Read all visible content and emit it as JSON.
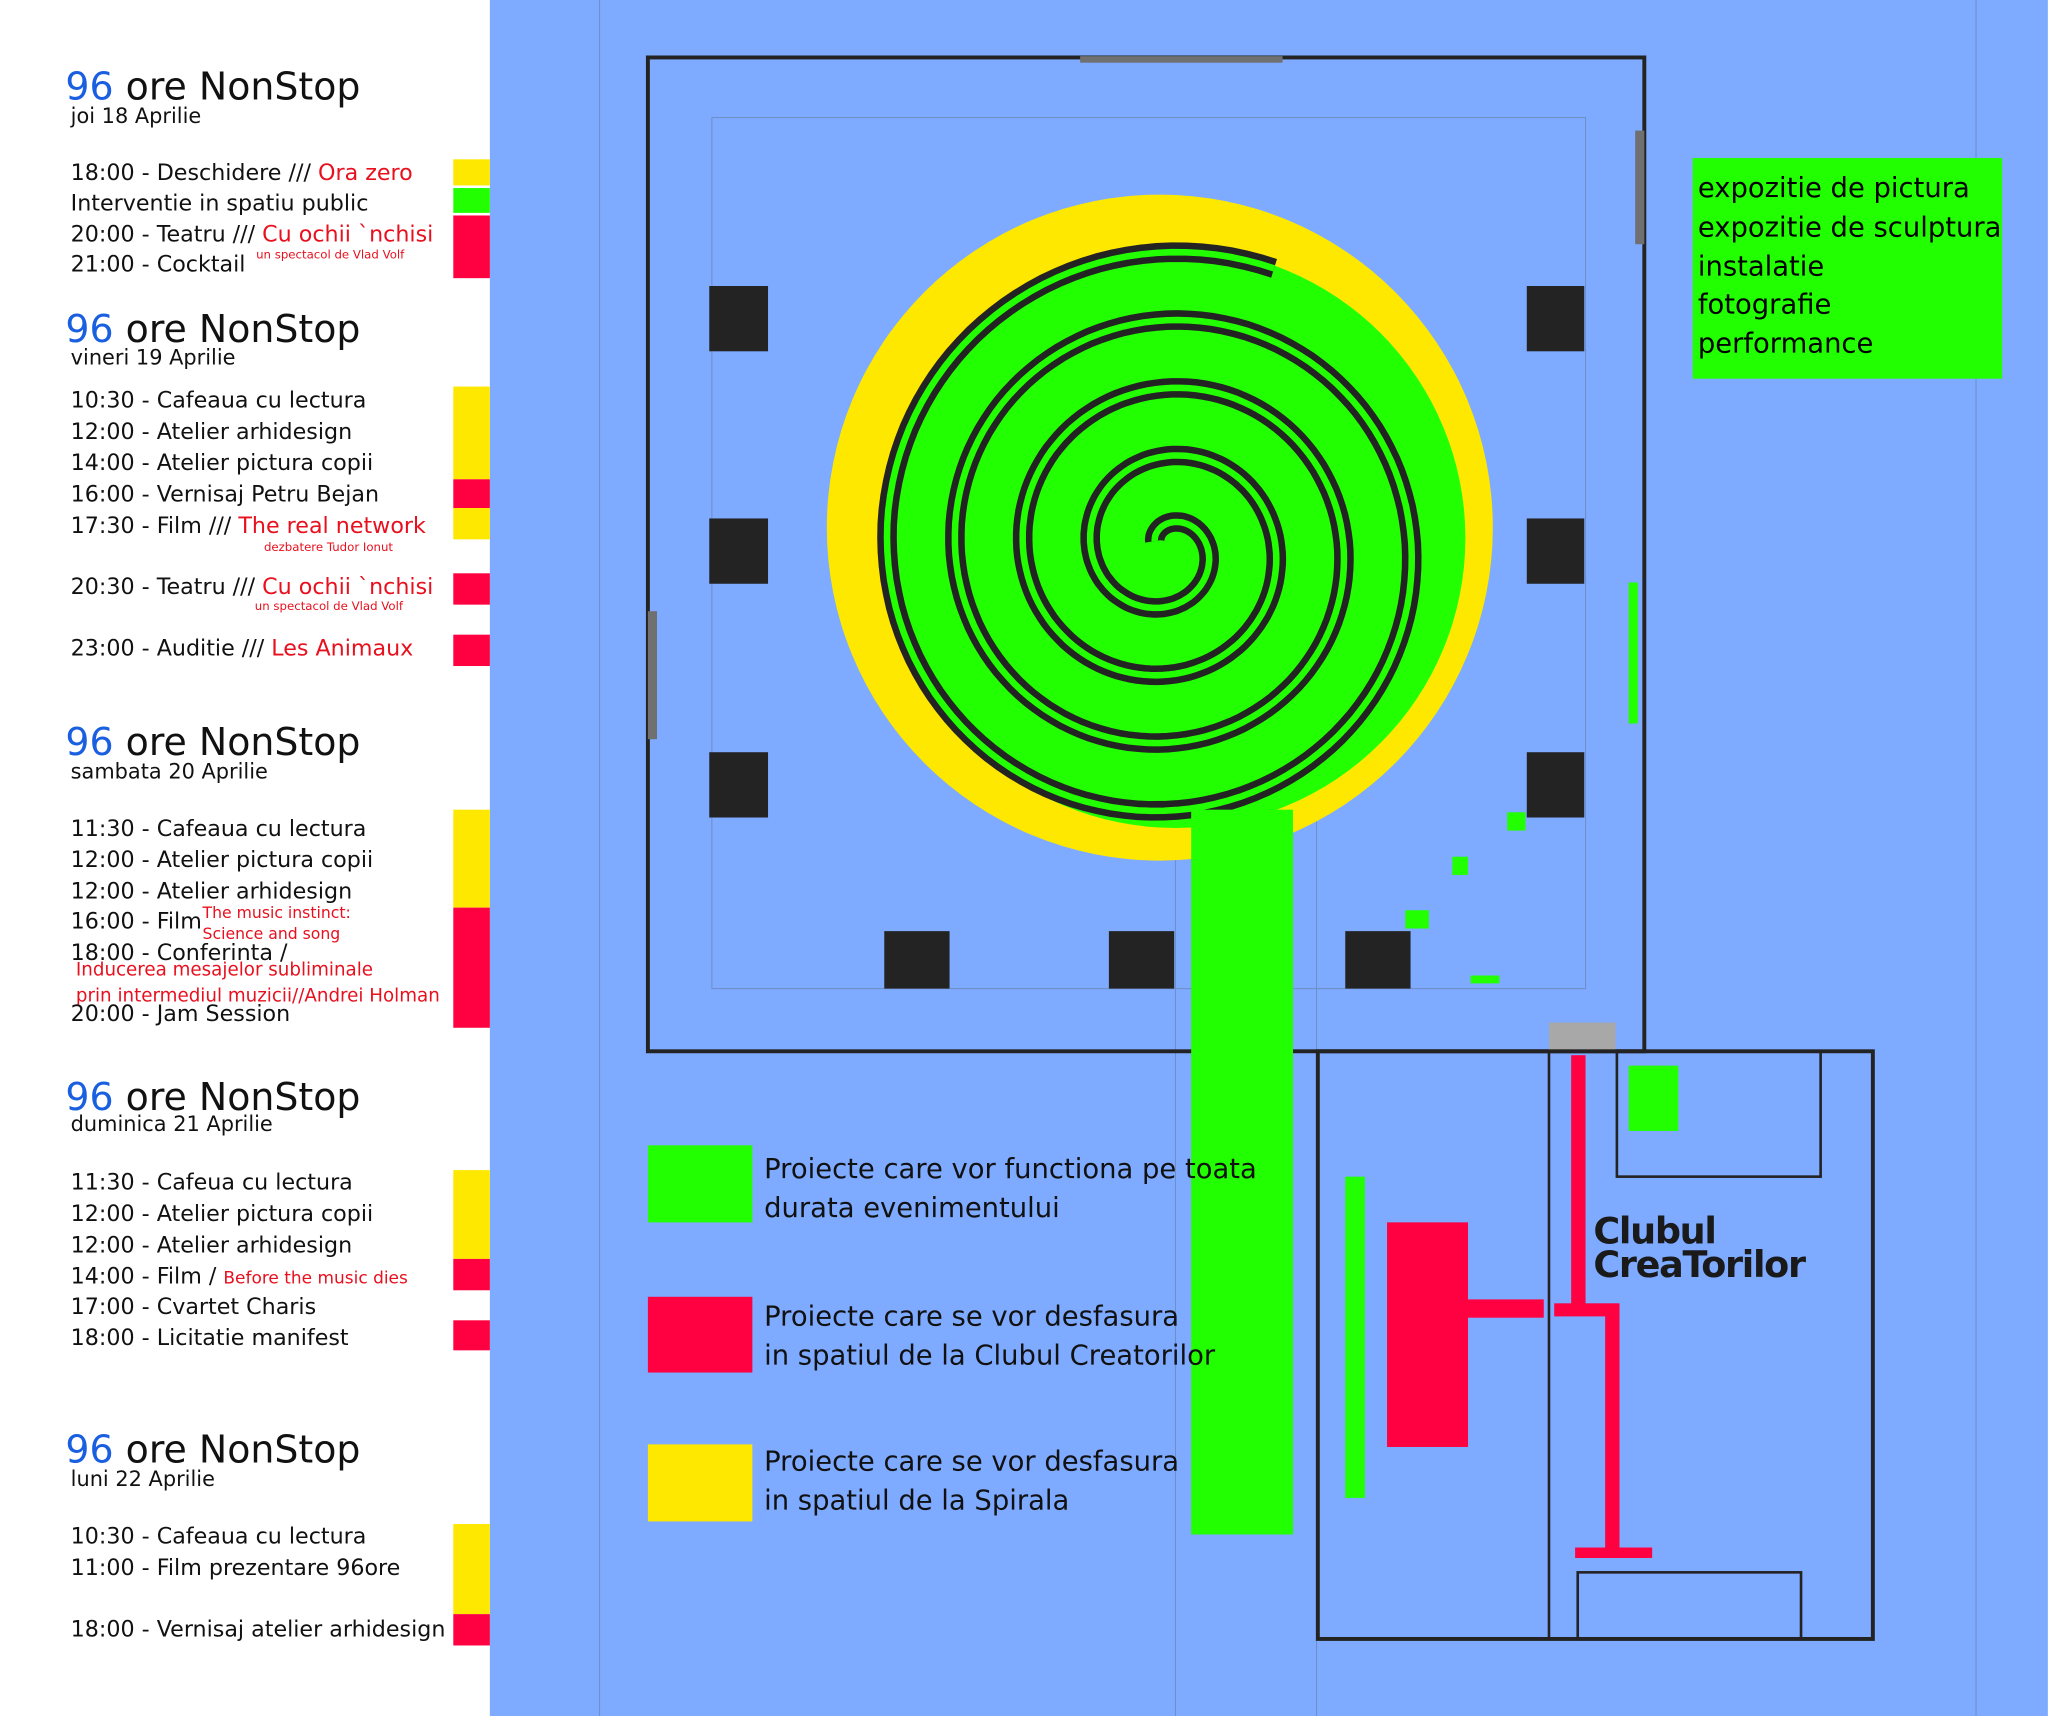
{
  "colors": {
    "blue": "#7eaaff",
    "green": "#22ff00",
    "red": "#ff0040",
    "yellow": "#ffe800",
    "dark": "#232323"
  },
  "days": [
    {
      "num": "96",
      "title": "ore NonStop",
      "date": "joi 18 Aprilie",
      "items": [
        {
          "text": "18:00 - Deschidere ///",
          "hl": "Ora zero"
        },
        {
          "text": "Interventie in spatiu public",
          "hl": ""
        },
        {
          "text": "20:00 - Teatru ///",
          "hl": "Cu ochii `nchisi",
          "sub": "un spectacol de Vlad Volf"
        },
        {
          "text": "21:00 - Cocktail",
          "hl": ""
        }
      ]
    },
    {
      "num": "96",
      "title": "ore NonStop",
      "date": "vineri 19 Aprilie",
      "items": [
        {
          "text": "10:30 - Cafeaua cu lectura"
        },
        {
          "text": "12:00 - Atelier arhidesign"
        },
        {
          "text": "14:00 - Atelier pictura copii"
        },
        {
          "text": "16:00 - Vernisaj Petru Bejan"
        },
        {
          "text": "17:30 - Film ///",
          "hl": "The real network",
          "sub": "dezbatere Tudor Ionut"
        },
        {
          "text": "20:30 - Teatru ///",
          "hl": "Cu ochii `nchisi",
          "sub": "un spectacol de Vlad Volf"
        },
        {
          "text": "23:00 - Auditie ///",
          "hl": "Les Animaux"
        }
      ]
    },
    {
      "num": "96",
      "title": "ore NonStop",
      "date": "sambata 20 Aprilie",
      "items": [
        {
          "text": "11:30 - Cafeaua cu lectura"
        },
        {
          "text": "12:00 - Atelier  pictura copii"
        },
        {
          "text": "12:00 - Atelier arhidesign"
        },
        {
          "text": "16:00 - Film",
          "hl1": "The music instinct:",
          "hl2": "Science and song"
        },
        {
          "text": "18:00 - Conferinta /",
          "hl1": "Inducerea mesajelor subliminale",
          "hl2": "prin intermediul muzicii//Andrei Holman"
        },
        {
          "text": "20:00 - Jam Session"
        }
      ]
    },
    {
      "num": "96",
      "title": "ore NonStop",
      "date": "duminica 21 Aprilie",
      "items": [
        {
          "text": "11:30 - Cafeua cu lectura"
        },
        {
          "text": "12:00 -  Atelier pictura copii"
        },
        {
          "text": "12:00 -  Atelier arhidesign"
        },
        {
          "text": "14:00 -  Film /",
          "hl": "Before the music dies"
        },
        {
          "text": "17:00 - Cvartet Charis"
        },
        {
          "text": "18:00 - Licitatie manifest"
        }
      ]
    },
    {
      "num": "96",
      "title": "ore NonStop",
      "date": "luni 22 Aprilie",
      "items": [
        {
          "text": "10:30 - Cafeaua cu lectura"
        },
        {
          "text": "11:00 - Film prezentare 96ore"
        },
        {
          "text": "18:00 - Vernisaj atelier arhidesign"
        }
      ]
    }
  ],
  "activities": [
    "expozitie de pictura",
    "expozitie de sculptura",
    "instalatie",
    "fotografie",
    "performance"
  ],
  "legend": [
    {
      "line1": "Proiecte care vor functiona pe toata",
      "line2": "durata evenimentului"
    },
    {
      "line1": "Proiecte care se vor desfasura",
      "line2": "in spatiul de la Clubul Creatorilor"
    },
    {
      "line1": "Proiecte care se vor desfasura",
      "line2": "in spatiul de la Spirala"
    }
  ],
  "logo": {
    "line1": "Clubul",
    "line2": "CreaTorilor"
  }
}
